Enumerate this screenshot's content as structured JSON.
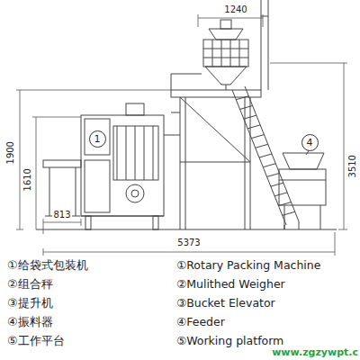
{
  "diagram": {
    "nodes": [
      {
        "text": [
          "1"
        ]
      },
      {
        "text": [
          "4"
        ]
      }
    ],
    "labels": [
      "1240",
      "1900",
      "1610",
      "813",
      "5373",
      "3510",
      "①给袋式包装机",
      "②组合秤",
      "③提升机",
      "④振料器",
      "⑤工作平台",
      "①Rotary Packing Machine",
      "②Mulithed Weigher",
      "③Bucket Elevator",
      "④Feeder",
      "⑤Working platform",
      "www.zgzywpt.c"
    ]
  }
}
